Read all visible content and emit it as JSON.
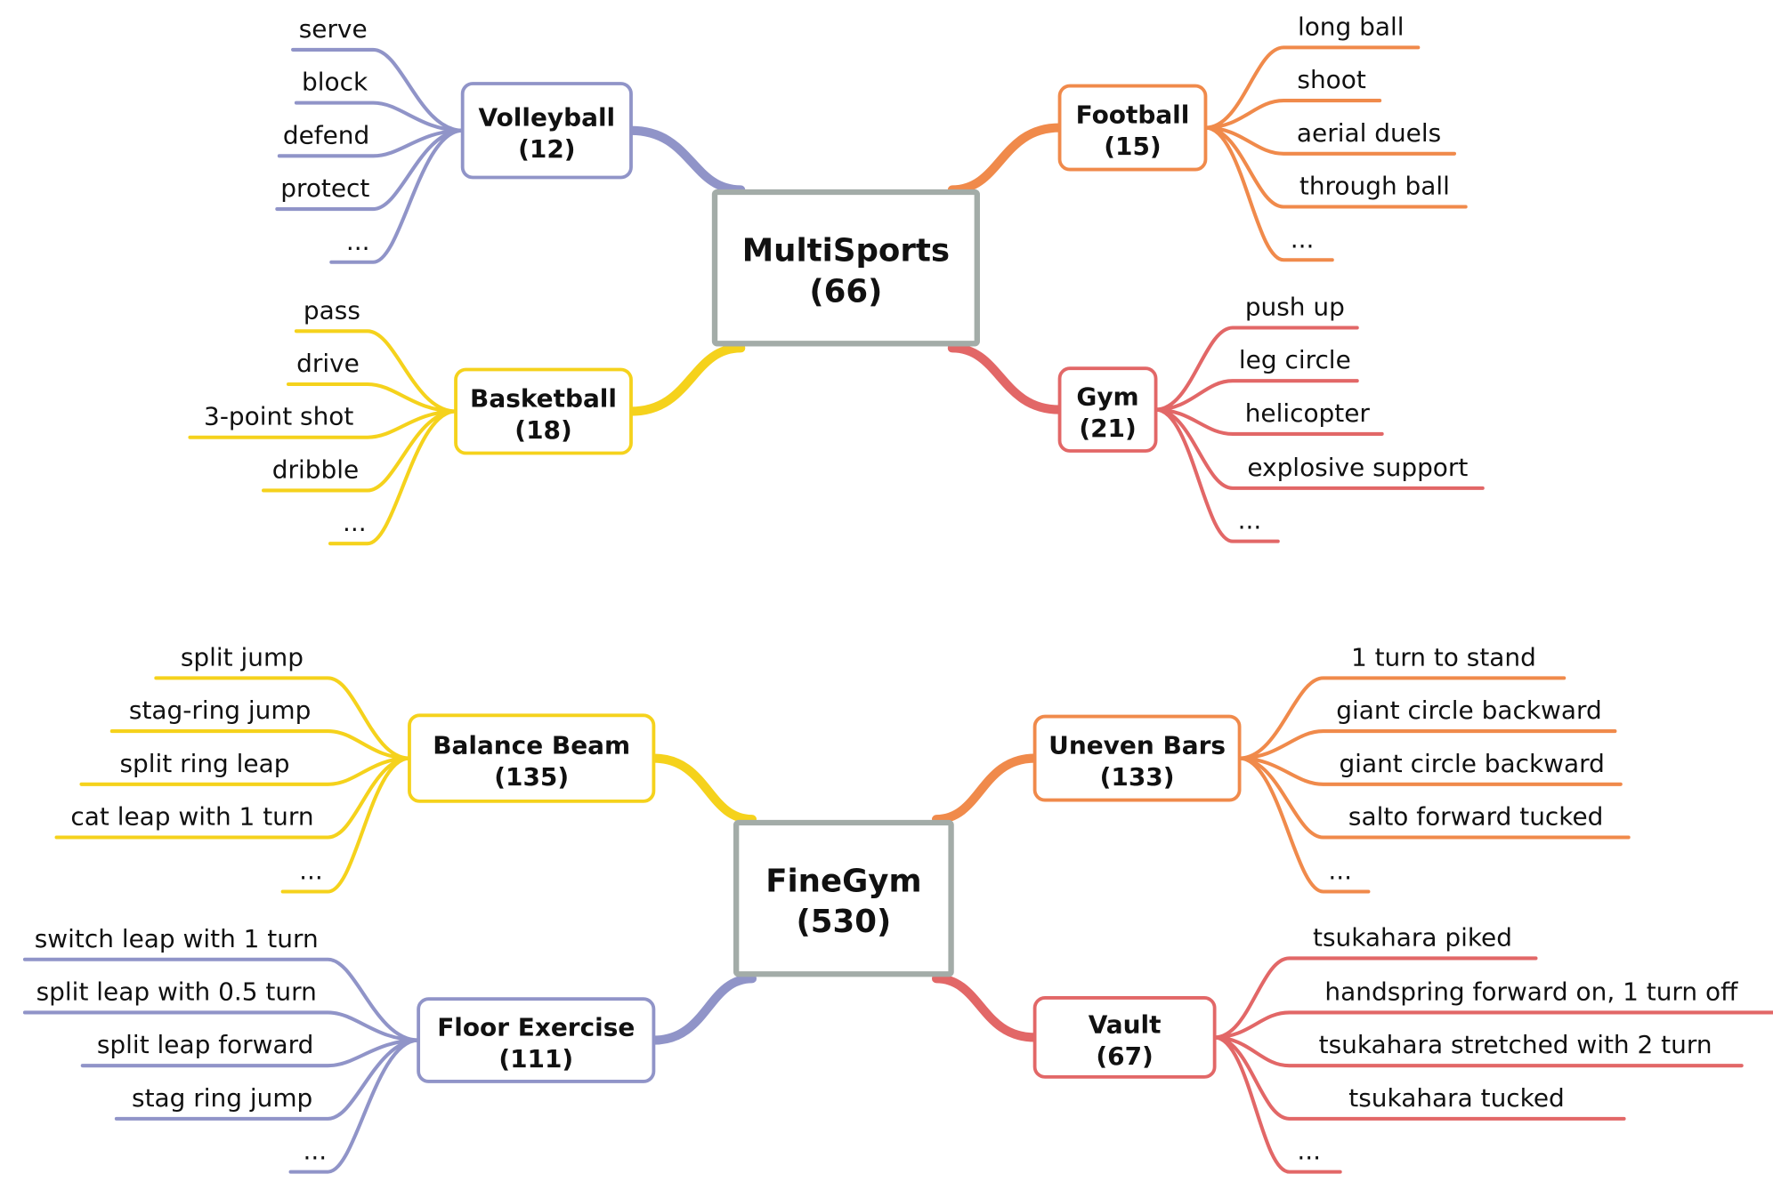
{
  "maps": [
    {
      "root": {
        "name": "MultiSports",
        "count": "(66)"
      },
      "branches": [
        {
          "name": "Volleyball",
          "count": "(12)",
          "color": "#9094C8",
          "leaves": [
            "serve",
            "block",
            "defend",
            "protect",
            "..."
          ]
        },
        {
          "name": "Basketball",
          "count": "(18)",
          "color": "#F5D21C",
          "leaves": [
            "pass",
            "drive",
            "3-point shot",
            "dribble",
            "..."
          ]
        },
        {
          "name": "Football",
          "count": "(15)",
          "color": "#F08A4B",
          "leaves": [
            "long ball",
            "shoot",
            "aerial duels",
            "through ball",
            "..."
          ]
        },
        {
          "name": "Gym",
          "count": "(21)",
          "color": "#E26767",
          "leaves": [
            "push up",
            "leg circle",
            "helicopter",
            "explosive support",
            "..."
          ]
        }
      ]
    },
    {
      "root": {
        "name": "FineGym",
        "count": "(530)"
      },
      "branches": [
        {
          "name": "Balance Beam",
          "count": "(135)",
          "color": "#F5D21C",
          "leaves": [
            "split jump",
            "stag-ring jump",
            "split ring leap",
            "cat leap with 1 turn",
            "..."
          ]
        },
        {
          "name": "Floor Exercise",
          "count": "(111)",
          "color": "#9094C8",
          "leaves": [
            "switch leap with 1 turn",
            "split leap with 0.5 turn",
            "split leap forward",
            "stag ring jump",
            "..."
          ]
        },
        {
          "name": "Uneven Bars",
          "count": "(133)",
          "color": "#F08A4B",
          "leaves": [
            "1 turn to stand",
            "giant circle backward",
            "giant circle backward",
            "salto forward tucked",
            "..."
          ]
        },
        {
          "name": "Vault",
          "count": "(67)",
          "color": "#E26767",
          "leaves": [
            "tsukahara piked",
            "handspring forward on, 1 turn off",
            "tsukahara stretched with 2 turn",
            "tsukahara tucked",
            "..."
          ]
        }
      ]
    }
  ],
  "root_border_color": "#A3ACA8"
}
